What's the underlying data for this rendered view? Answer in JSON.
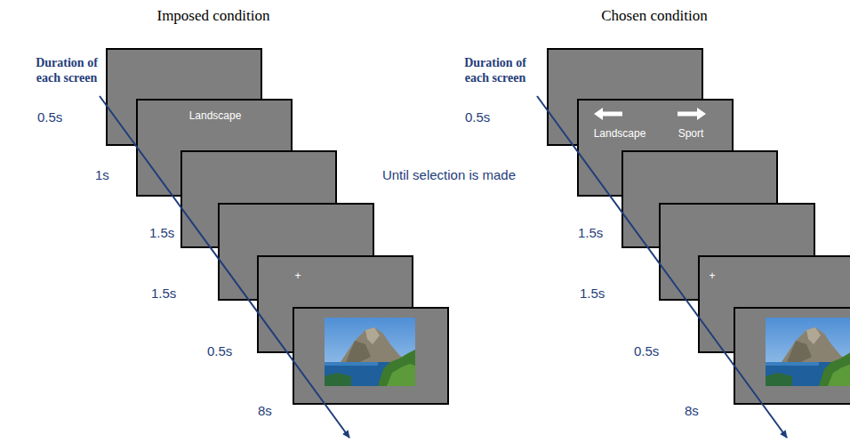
{
  "diagram": {
    "nodes": [
      {
        "text": [
          "Landscape"
        ]
      },
      {
        "text": [
          "+"
        ]
      },
      {
        "text": [
          "Landscape",
          "Sport"
        ]
      },
      {
        "text": [
          "+"
        ]
      }
    ],
    "labels": [
      "Imposed condition",
      "Chosen condition",
      "Duration of each screen",
      "Duration of each screen",
      "0.5s",
      "1s",
      "1.5s",
      "1.5s",
      "0.5s",
      "8s",
      "0.5s",
      "Until selection is made",
      "1.5s",
      "1.5s",
      "0.5s",
      "8s"
    ]
  }
}
